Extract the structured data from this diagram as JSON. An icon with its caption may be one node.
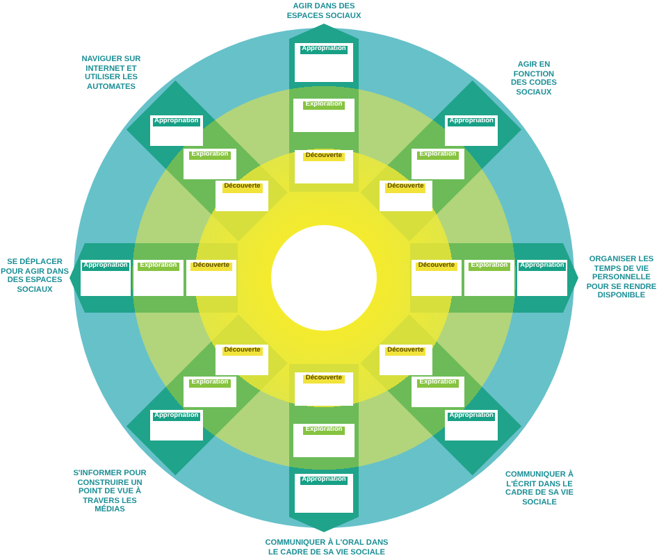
{
  "diagram": {
    "nodes": [
      {
        "text": [
          "AGIR DANS DES ESPACES SOCIAUX"
        ]
      },
      {
        "text": [
          "Découverte"
        ],
        "in": 0
      },
      {
        "text": [
          "Exploration"
        ],
        "in": 0
      },
      {
        "text": [
          "Appropriation"
        ],
        "in": 0
      },
      {
        "text": [
          "AGIR EN FONCTION DES CODES SOCIAUX"
        ]
      },
      {
        "text": [
          "Découverte"
        ],
        "in": 4
      },
      {
        "text": [
          "Exploration"
        ],
        "in": 4
      },
      {
        "text": [
          "Appropriation"
        ],
        "in": 4
      },
      {
        "text": [
          "ORGANISER LES TEMPS DE VIE PERSONNELLE POUR SE RENDRE DISPONIBLE"
        ]
      },
      {
        "text": [
          "Découverte"
        ],
        "in": 8
      },
      {
        "text": [
          "Exploration"
        ],
        "in": 8
      },
      {
        "text": [
          "Appropriation"
        ],
        "in": 8
      },
      {
        "text": [
          "COMMUNIQUER À L'ÉCRIT DANS LE CADRE DE SA VIE SOCIALE"
        ]
      },
      {
        "text": [
          "Découverte"
        ],
        "in": 12
      },
      {
        "text": [
          "Exploration"
        ],
        "in": 12
      },
      {
        "text": [
          "Appropriation"
        ],
        "in": 12
      },
      {
        "text": [
          "COMMUNIQUER À L'ORAL DANS LE CADRE DE SA VIE SOCIALE"
        ]
      },
      {
        "text": [
          "Découverte"
        ],
        "in": 16
      },
      {
        "text": [
          "Exploration"
        ],
        "in": 16
      },
      {
        "text": [
          "Appropriation"
        ],
        "in": 16
      },
      {
        "text": [
          "S'INFORMER POUR CONSTRUIRE UN POINT DE VUE À TRAVERS LES MÉDIAS"
        ]
      },
      {
        "text": [
          "Découverte"
        ],
        "in": 20
      },
      {
        "text": [
          "Exploration"
        ],
        "in": 20
      },
      {
        "text": [
          "Appropriation"
        ],
        "in": 20
      },
      {
        "text": [
          "SE DÉPLACER POUR AGIR DANS DES ESPACES SOCIAUX"
        ]
      },
      {
        "text": [
          "Découverte"
        ],
        "in": 24
      },
      {
        "text": [
          "Exploration"
        ],
        "in": 24
      },
      {
        "text": [
          "Appropriation"
        ],
        "in": 24
      },
      {
        "text": [
          "NAVIGUER SUR INTERNET ET UTILISER LES AUTOMATES"
        ]
      },
      {
        "text": [
          "Découverte"
        ],
        "in": 28
      },
      {
        "text": [
          "Exploration"
        ],
        "in": 28
      },
      {
        "text": [
          "Appropriation"
        ],
        "in": 28
      }
    ]
  }
}
